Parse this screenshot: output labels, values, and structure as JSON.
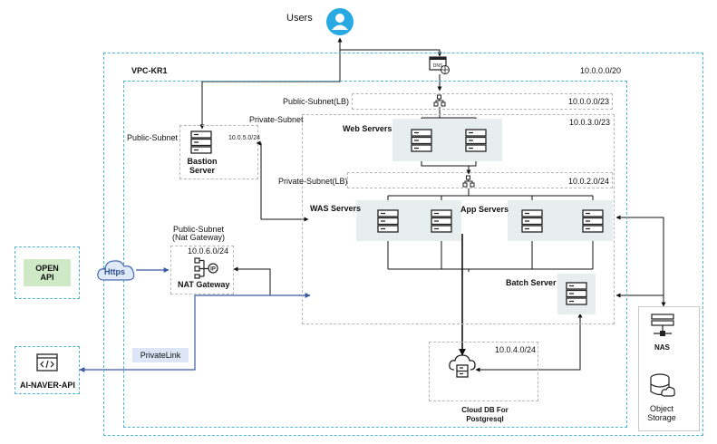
{
  "users": {
    "label": "Users"
  },
  "vpc_outer": {
    "label": "VPC-KR1",
    "cidr": "10.0.0.0/20"
  },
  "lb_public": {
    "label": "Public-Subnet(LB)",
    "cidr": "10.0.0.0/23"
  },
  "private_subnet": {
    "label": "Private-Subnet",
    "cidr": "10.0.3.0/23"
  },
  "web": {
    "label": "Web Servers"
  },
  "bastion": {
    "subnet_label": "Public-Subnet",
    "cidr": "10.0.5.0/24",
    "label_line1": "Bastion",
    "label_line2": "Server"
  },
  "lb_private": {
    "label": "Private-Subnet(LB)",
    "cidr": "10.0.2.0/24"
  },
  "was": {
    "label": "WAS Servers"
  },
  "app": {
    "label": "App Servers"
  },
  "batch": {
    "label": "Batch Server"
  },
  "nat": {
    "subnet_line1": "Public-Subnet",
    "subnet_line2": "(Nat Gateway)",
    "cidr": "10.0.6.0/24",
    "label": "NAT Gateway",
    "ip_badge": "IP"
  },
  "open_api": {
    "line1": "OPEN",
    "line2": "API"
  },
  "https": {
    "label": "Https"
  },
  "privatelink": {
    "label": "PrivateLink"
  },
  "ai_naver": {
    "label": "AI-NAVER-API"
  },
  "db": {
    "cidr": "10.0.4.0/24",
    "line1": "Cloud DB For",
    "line2": "Postgresql"
  },
  "nas": {
    "label": "NAS"
  },
  "object_storage": {
    "line1": "Object",
    "line2": "Storage"
  },
  "dns_badge": "DNS",
  "colors": {
    "accent": "#4db6d6",
    "line": "#111111",
    "blue_line": "#3a5aa0",
    "group_fill": "#e6eef0",
    "openapi_fill": "#cfe8c6",
    "privatelink_fill": "#dde6f7"
  }
}
